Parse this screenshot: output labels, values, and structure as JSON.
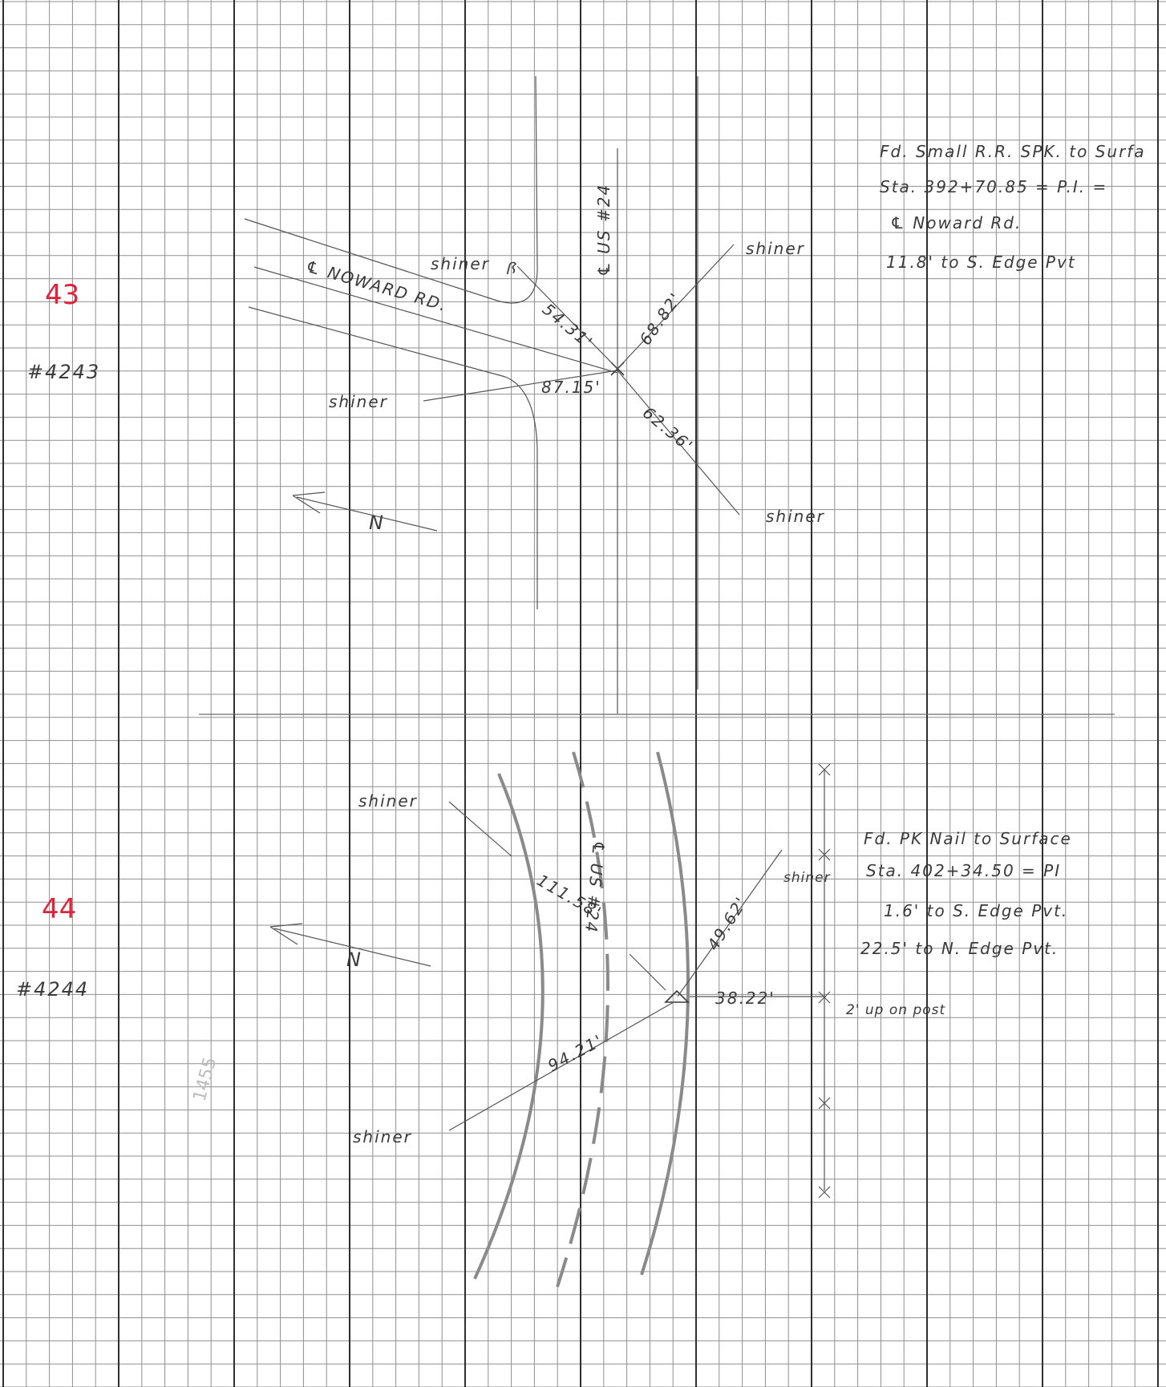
{
  "sheet": {
    "colors": {
      "grid_minor": "#8f8f8f",
      "grid_major": "#2e2e2e",
      "ink": "#3a3a3a",
      "page_number": "#e0223a"
    }
  },
  "sketch_43": {
    "page_number": "43",
    "control_number": "#4243",
    "road_label": "℄ NOWARD RD.",
    "highway_label": "℄ US #24",
    "notes": [
      "Fd. Small R.R. SPK. to Surfa",
      "Sta. 392+70.85 = P.I. =",
      "℄ Noward Rd.",
      "11.8' to S. Edge Pvt"
    ],
    "ties": [
      {
        "target": "shiner",
        "distance": "54.31'"
      },
      {
        "target": "shiner",
        "distance": "68.82'"
      },
      {
        "target": "shiner",
        "distance": "87.15'"
      },
      {
        "target": "shiner",
        "distance": "62.36'"
      }
    ],
    "north_arrow": "N"
  },
  "sketch_44": {
    "page_number": "44",
    "control_number": "#4244",
    "highway_label": "℄ US #24",
    "faint_note": "1455",
    "notes": [
      "Fd. PK Nail to Surface",
      "Sta. 402+34.50 = PI",
      "1.6' to S. Edge Pvt.",
      "22.5' to N. Edge Pvt."
    ],
    "ties": [
      {
        "target": "shiner",
        "distance": "111.58'"
      },
      {
        "target": "shiner",
        "distance": "49.62'"
      },
      {
        "target": "2' up on post",
        "distance": "38.22'"
      },
      {
        "target": "shiner",
        "distance": "94.21'"
      }
    ],
    "north_arrow": "N"
  }
}
